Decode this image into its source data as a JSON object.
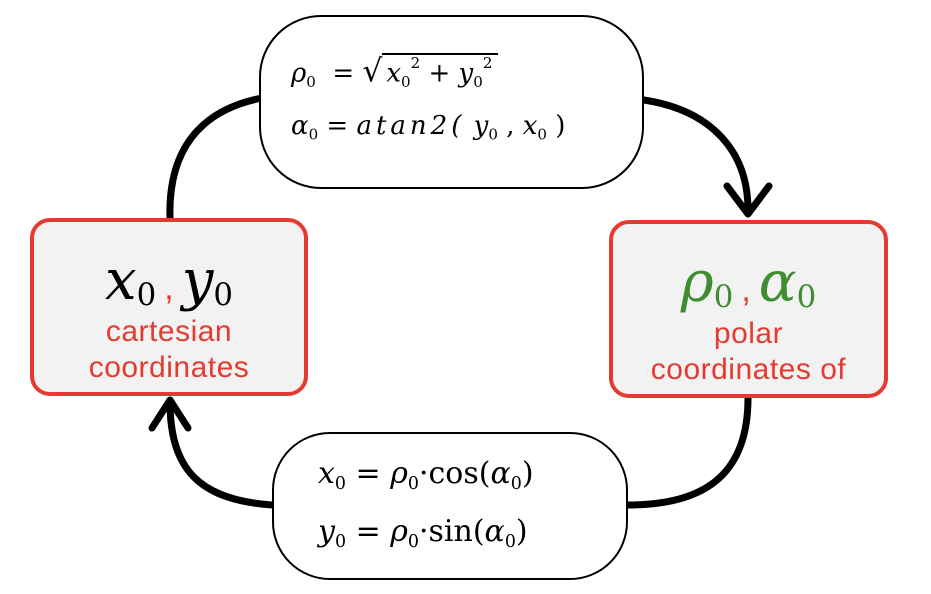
{
  "colors": {
    "box_border": "#e53a2f",
    "caption_text": "#e53a2f",
    "polar_symbols": "#3e8d2f",
    "box_fill": "#f2f2f2",
    "arrow": "#000000"
  },
  "cartesian": {
    "x": "x",
    "x_sub": "0",
    "separator": ",",
    "y": "y",
    "y_sub": "0",
    "caption_line1": "cartesian",
    "caption_line2": "coordinates"
  },
  "polar": {
    "rho": "ρ",
    "rho_sub": "0",
    "separator": ",",
    "alpha": "α",
    "alpha_sub": "0",
    "caption_line1": "polar",
    "caption_line2": "coordinates of"
  },
  "to_polar": {
    "eq1_lhs": "ρ",
    "eq1_lhs_sub": "0",
    "eq1_op": "=",
    "eq1_x": "x",
    "eq1_x_sub": "0",
    "eq1_x_sup": "2",
    "eq1_plus": "+",
    "eq1_y": "y",
    "eq1_y_sub": "0",
    "eq1_y_sup": "2",
    "eq2_lhs": "α",
    "eq2_lhs_sub": "0",
    "eq2_op": "=",
    "eq2_fn": "atan2(",
    "eq2_arg1": "y",
    "eq2_arg1_sub": "0",
    "eq2_comma": ",",
    "eq2_arg2": "x",
    "eq2_arg2_sub": "0",
    "eq2_close": ")"
  },
  "to_cartesian": {
    "eq1_lhs": "x",
    "eq1_lhs_sub": "0",
    "eq1_op": "=",
    "eq1_rho": "ρ",
    "eq1_rho_sub": "0",
    "eq1_dot": "·",
    "eq1_fn": "cos(",
    "eq1_alpha": "α",
    "eq1_alpha_sub": "0",
    "eq1_close": ")",
    "eq2_lhs": "y",
    "eq2_lhs_sub": "0",
    "eq2_op": "=",
    "eq2_rho": "ρ",
    "eq2_rho_sub": "0",
    "eq2_dot": "·",
    "eq2_fn": "sin(",
    "eq2_alpha": "α",
    "eq2_alpha_sub": "0",
    "eq2_close": ")"
  }
}
